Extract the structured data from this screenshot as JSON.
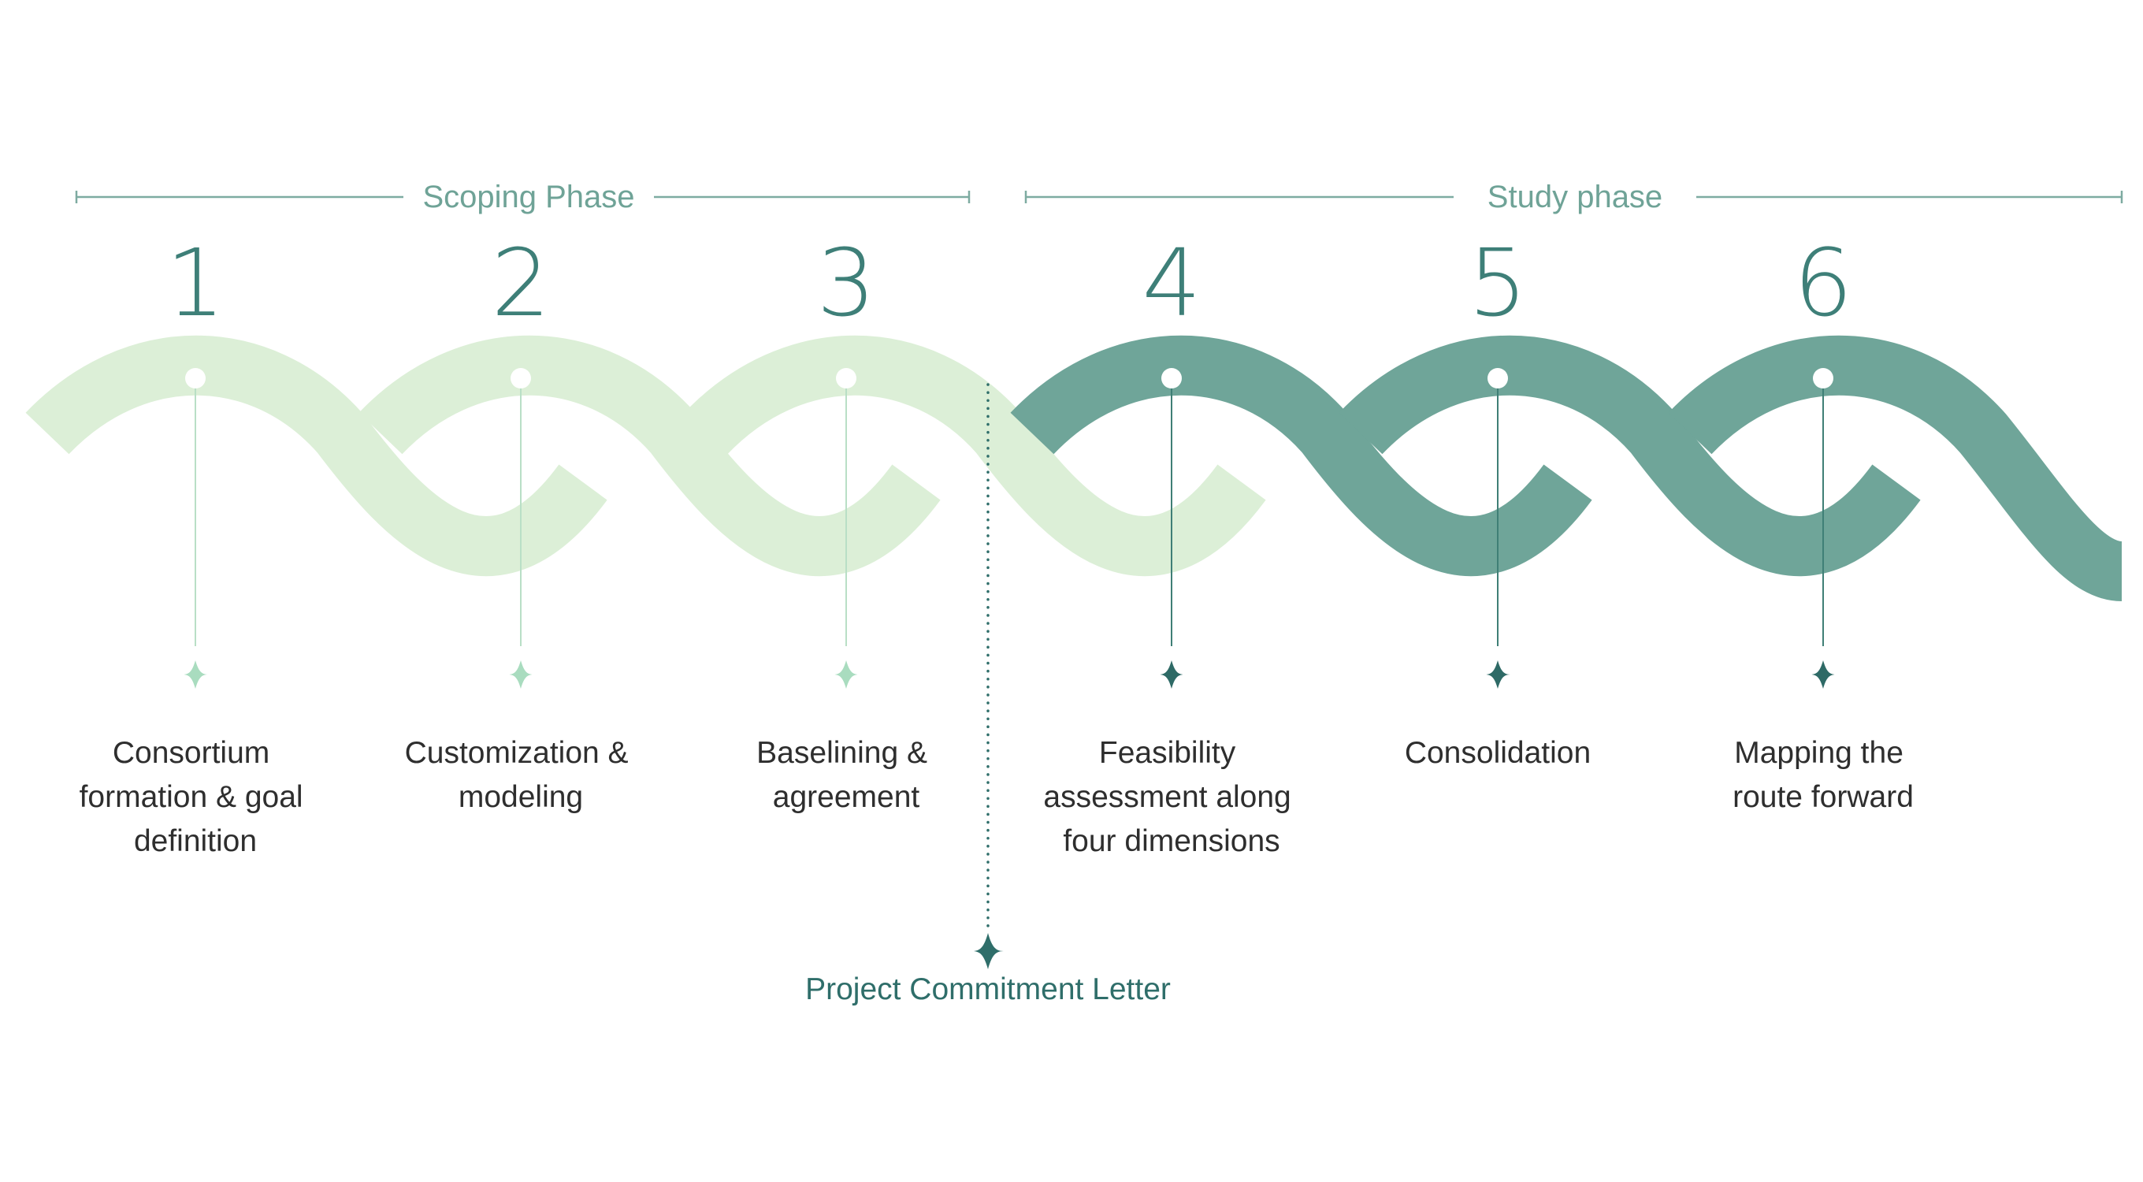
{
  "colors": {
    "light_band": "#dcefd7",
    "dark_band": "#6fa599",
    "phase_line": "#7eaba1",
    "light_star": "#a9dcbf",
    "dark_star": "#2e6a66",
    "milestone": "#2f6e6a",
    "text": "#2e2e2e"
  },
  "phases": [
    {
      "label": "Scoping Phase"
    },
    {
      "label": "Study phase"
    }
  ],
  "steps": [
    {
      "number": "1",
      "lines": [
        "Consortium",
        "formation & goal",
        "definition"
      ],
      "shade": "light"
    },
    {
      "number": "2",
      "lines": [
        "Customization &",
        "modeling"
      ],
      "shade": "light"
    },
    {
      "number": "3",
      "lines": [
        "Baselining &",
        "agreement"
      ],
      "shade": "light"
    },
    {
      "number": "4",
      "lines": [
        "Feasibility",
        "assessment along",
        "four dimensions"
      ],
      "shade": "dark"
    },
    {
      "number": "5",
      "lines": [
        "Consolidation"
      ],
      "shade": "dark"
    },
    {
      "number": "6",
      "lines": [
        "Mapping the",
        "route forward"
      ],
      "shade": "dark"
    }
  ],
  "milestone": {
    "label": "Project Commitment Letter",
    "icon": "four-point-star-icon"
  },
  "icons": {
    "step_marker": "four-point-star-icon",
    "step_dot": "circle-dot-icon"
  }
}
